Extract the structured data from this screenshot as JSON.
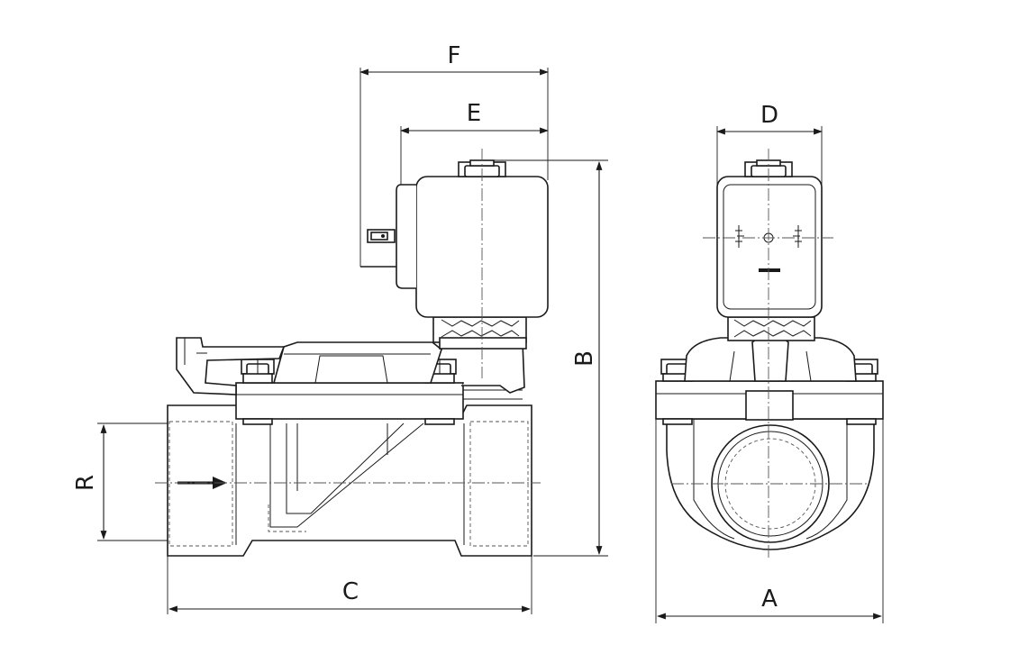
{
  "dimensions": {
    "A": "A",
    "B": "B",
    "C": "C",
    "D": "D",
    "E": "E",
    "F": "F",
    "R": "R"
  }
}
